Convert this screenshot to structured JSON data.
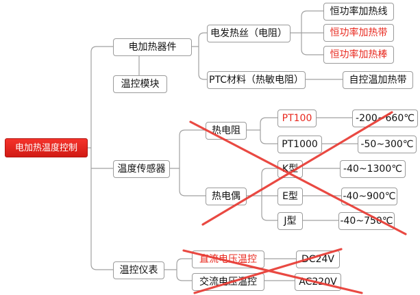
{
  "diagram": {
    "root": "电加热温度控制",
    "heater_device": "电加热器件",
    "temp_module": "温控模块",
    "temp_sensor": "温度传感器",
    "temp_meter": "温控仪表",
    "heating_wire": "电发热丝（电阻）",
    "ptc_material": "PTC材料（热敏电阻）",
    "constant_power_wire": "恒功率加热线",
    "constant_power_belt": "恒功率加热带",
    "constant_power_rod": "恒功率加热棒",
    "self_regulating_belt": "自控温加热带",
    "rtd": "热电阻",
    "thermocouple": "热电偶",
    "pt100": "PT100",
    "pt1000": "PT1000",
    "pt100_range": "-200~660℃",
    "pt1000_range": "-50~300℃",
    "k_type": "K型",
    "e_type": "E型",
    "j_type": "J型",
    "k_range": "-40~1300℃",
    "e_range": "-40~900℃",
    "j_range": "-40~750℃",
    "dc_voltage_control": "直流电压温控",
    "ac_voltage_control": "交流电压温控",
    "dc24v": "DC24V",
    "ac220v": "AC220V"
  },
  "colors": {
    "red_text": "#e8281e",
    "root_fill": "#e02a22",
    "line": "#9a9a9a",
    "cross": "#e83a33"
  }
}
